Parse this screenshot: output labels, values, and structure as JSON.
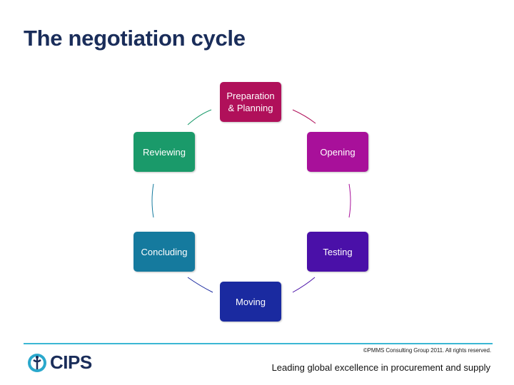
{
  "title": "The negotiation cycle",
  "nodes": [
    {
      "id": "prep",
      "label": "Preparation\n& Planning",
      "color": "#b0105a"
    },
    {
      "id": "open",
      "label": "Opening",
      "color": "#a8109a"
    },
    {
      "id": "test",
      "label": "Testing",
      "color": "#4a10a8"
    },
    {
      "id": "move",
      "label": "Moving",
      "color": "#1a2aa0"
    },
    {
      "id": "conc",
      "label": "Concluding",
      "color": "#157a9e"
    },
    {
      "id": "rev",
      "label": "Reviewing",
      "color": "#1a9a6a"
    }
  ],
  "footer": {
    "copyright": "©PMMS Consulting Group 2011.  All rights reserved.",
    "tagline": "Leading global excellence in procurement and supply",
    "logo_text": "CIPS",
    "line_color": "#3ab7d4"
  }
}
